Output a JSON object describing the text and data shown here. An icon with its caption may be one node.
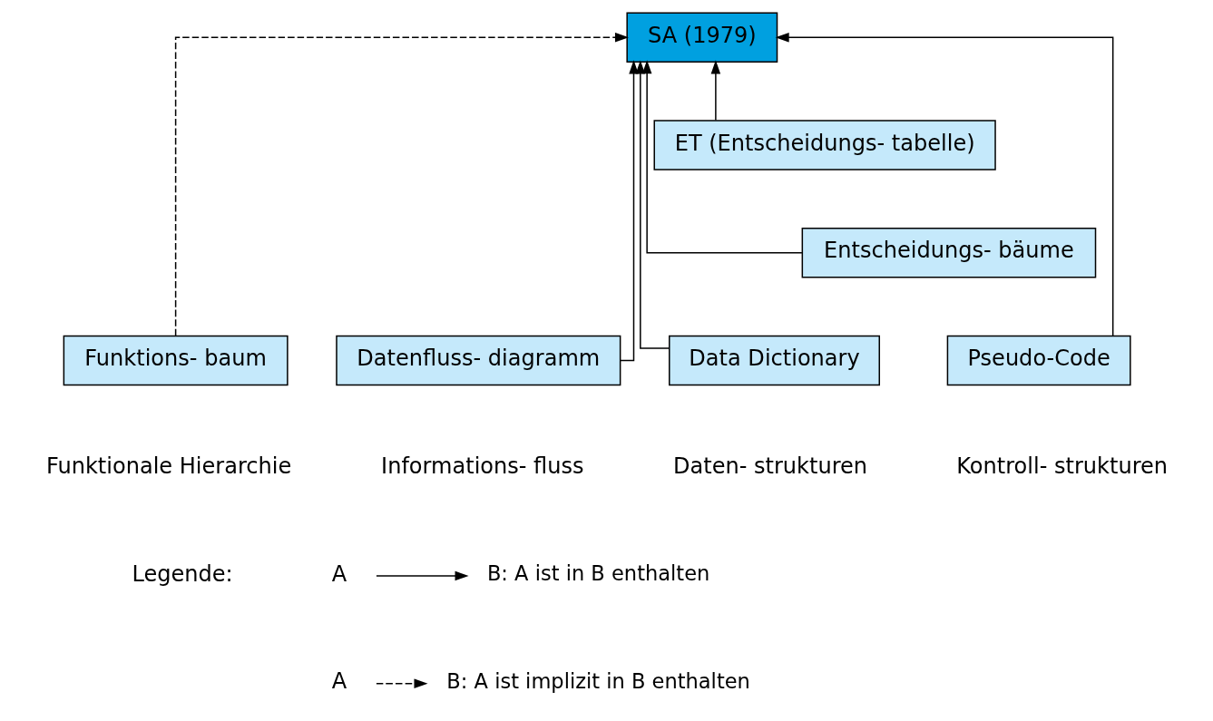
{
  "diagram": {
    "nodes": [
      {
        "text": [
          "SA (1979)"
        ]
      },
      {
        "text": [
          "Funktions- baum"
        ]
      },
      {
        "text": [
          "Datenfluss- diagramm"
        ]
      },
      {
        "text": [
          "Data Dictionary"
        ]
      },
      {
        "text": [
          "ET (Entscheidungs- tabelle)"
        ]
      },
      {
        "text": [
          "Entscheidungs- bäume"
        ]
      },
      {
        "text": [
          "Pseudo-Code"
        ]
      }
    ],
    "edges": [
      {
        "from": 1,
        "to": 0,
        "arrow": "to",
        "style": "dashed"
      },
      {
        "from": 2,
        "to": 0,
        "arrow": "to"
      },
      {
        "from": 3,
        "to": 0,
        "arrow": "to"
      },
      {
        "from": 4,
        "to": 0,
        "arrow": "to"
      },
      {
        "from": 5,
        "to": 0,
        "arrow": "to"
      },
      {
        "from": 6,
        "to": 0,
        "arrow": "to"
      }
    ],
    "labels": [
      "Funktionale Hierarchie",
      "Informations- fluss",
      "Daten- strukturen",
      "Kontroll- strukturen",
      "Legende:",
      "A",
      "A"
    ],
    "legend": [
      {
        "text": "B: A ist in B enthalten"
      },
      {
        "text": "B: A ist implizit in B enthalten"
      }
    ]
  }
}
